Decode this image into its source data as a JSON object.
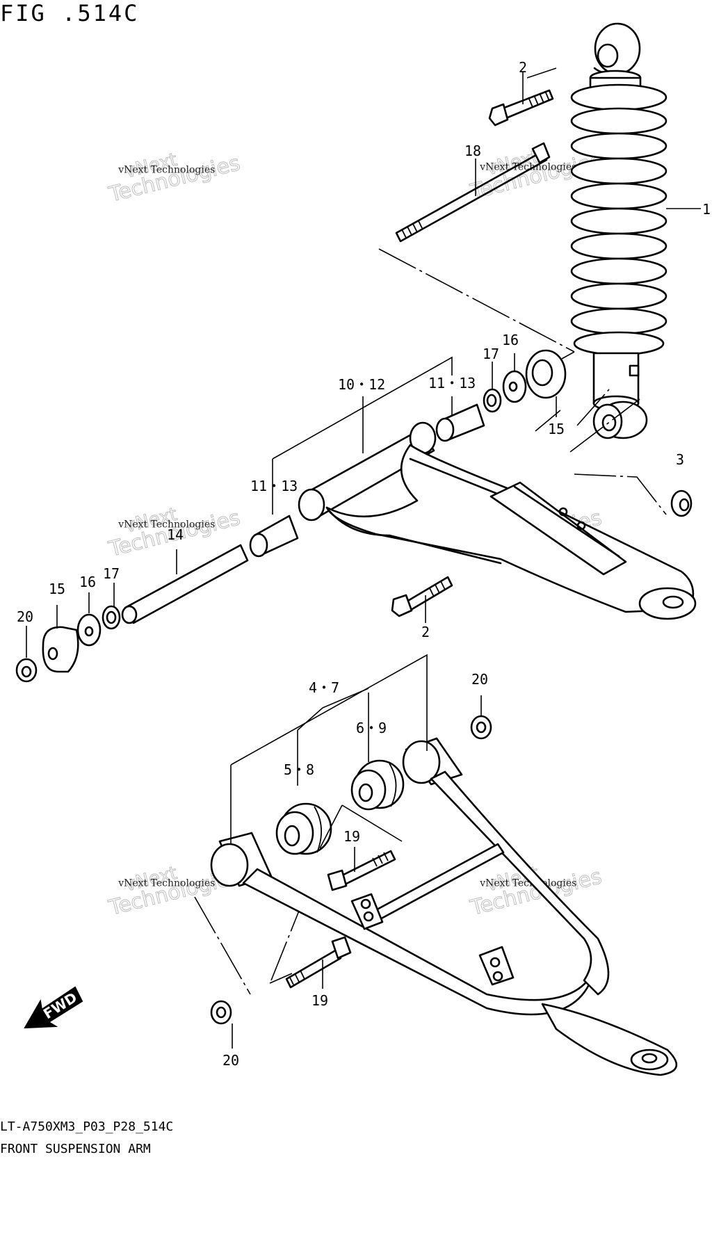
{
  "figure": {
    "title": "FIG .514C",
    "model_code": "LT-A750XM3_P03_P28_514C",
    "name": "FRONT SUSPENSION ARM"
  },
  "watermark": {
    "text_large": "Technologies",
    "text_upper": "vNext",
    "text_small": "vNext Technologies"
  },
  "fwd_label": "FWD",
  "callouts": {
    "c1": "1",
    "c2a": "2",
    "c2b": "2",
    "c3": "3",
    "c18": "18",
    "c17a": "17",
    "c16a": "16",
    "c15a": "15",
    "c11_13a": "11・13",
    "c10_12": "10・12",
    "c11_13b": "11・13",
    "c14": "14",
    "c15b": "15",
    "c16b": "16",
    "c17b": "17",
    "c20a": "20",
    "c4_7": "4・7",
    "c6_9": "6・9",
    "c5_8": "5・8",
    "c20b": "20",
    "c19a": "19",
    "c19b": "19",
    "c20c": "20"
  },
  "colors": {
    "line": "#000000",
    "background": "#ffffff",
    "watermark": "#bdbdbd"
  }
}
